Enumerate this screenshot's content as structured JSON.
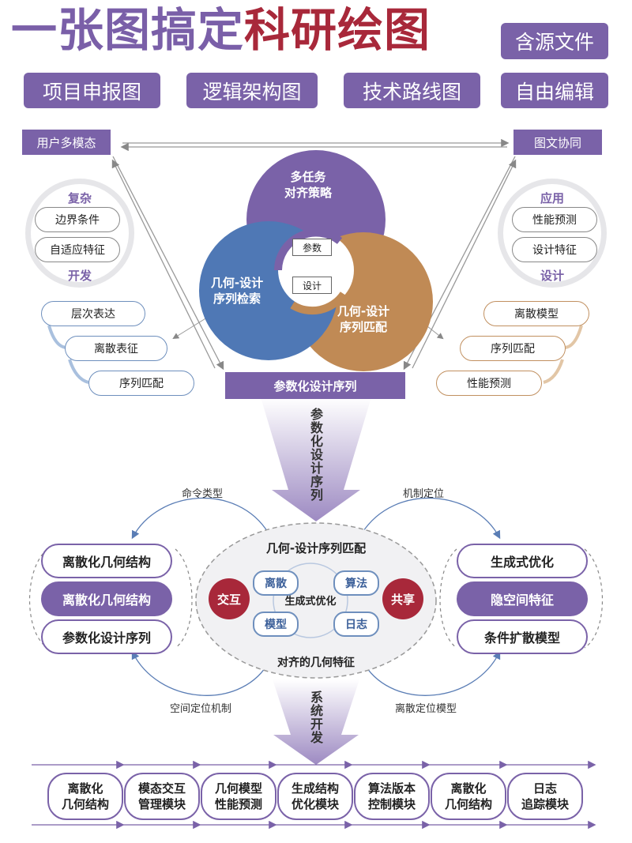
{
  "title": {
    "part1": "一张图搞定",
    "part2": "科研绘图"
  },
  "source_badge": "含源文件",
  "tabs": [
    "项目申报图",
    "逻辑架构图",
    "技术路线图",
    "自由编辑"
  ],
  "top_left_label": "用户多模态",
  "top_right_label": "图文协同",
  "left_ring": {
    "top": "复杂",
    "bottom": "开发",
    "items": [
      "边界条件",
      "自适应特征"
    ]
  },
  "right_ring": {
    "top": "应用",
    "bottom": "设计",
    "items": [
      "性能预测",
      "设计特征"
    ]
  },
  "left_steps": [
    "层次表达",
    "离散表征",
    "序列匹配"
  ],
  "right_steps": [
    "离散模型",
    "序列匹配",
    "性能预测"
  ],
  "petals": {
    "top": "多任务\n对齐策略",
    "left": "几何-设计\n序列检索",
    "right": "几何-设计\n序列匹配"
  },
  "center_tags": {
    "param": "参数",
    "design": "设计"
  },
  "bottom_bar": "参数化设计序列",
  "funnel1": "参数化设计序列",
  "arc_labels": {
    "top_left": "命令类型",
    "top_right": "机制定位",
    "bottom_left": "空间定位机制",
    "bottom_right": "离散定位模型"
  },
  "left_boxes": [
    "离散化几何结构",
    "离散化几何结构",
    "参数化设计序列"
  ],
  "right_boxes": [
    "生成式优化",
    "隐空间特征",
    "条件扩散模型"
  ],
  "ellipse": {
    "top": "几何-设计序列匹配",
    "bottom": "对齐的几何特征",
    "center": "生成式优化",
    "chips": [
      "离散",
      "算法",
      "模型",
      "日志"
    ],
    "left_circle": "交互",
    "right_circle": "共享"
  },
  "funnel2": "系统开发",
  "modules": [
    "离散化\n几何结构",
    "模态交互\n管理模块",
    "几何模型\n性能预测",
    "生成结构\n优化模块",
    "算法版本\n控制模块",
    "离散化\n几何结构",
    "日志\n追踪模块"
  ],
  "colors": {
    "purple": "#7a62a8",
    "blue": "#4f78b5",
    "brown": "#c08a55",
    "red": "#a8283a"
  }
}
